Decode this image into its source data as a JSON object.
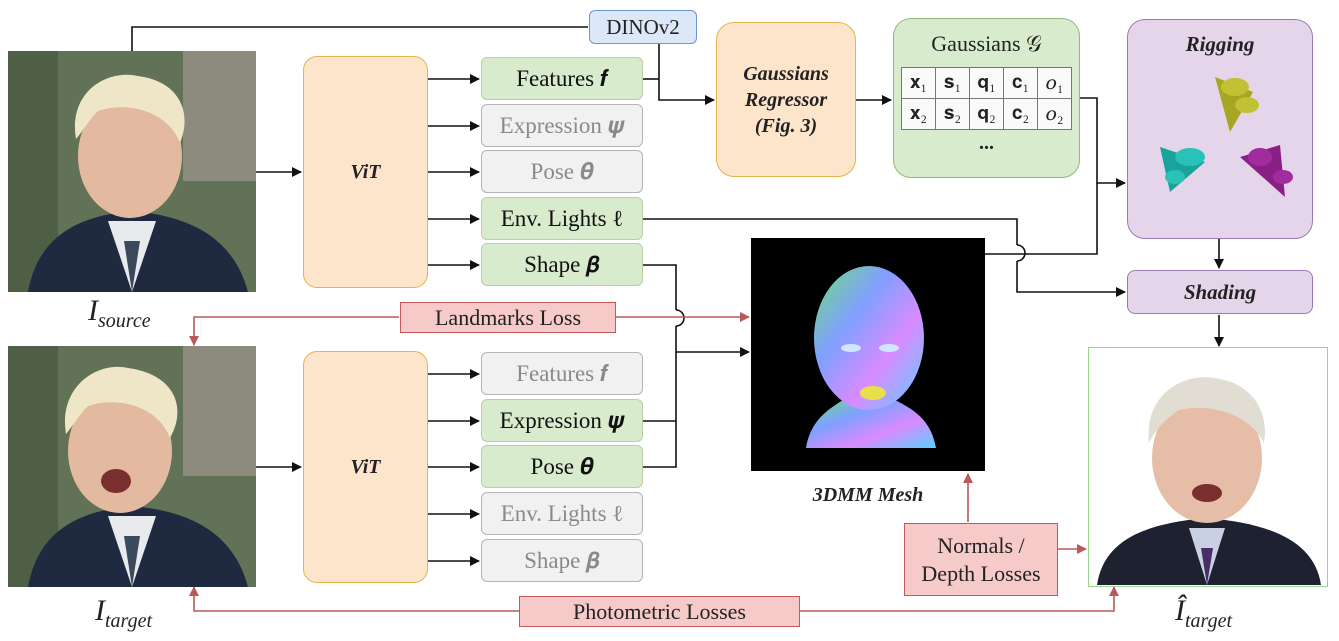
{
  "dino": "DINOv2",
  "vit_label": "ViT",
  "features_top": [
    "Features 𝒇",
    "Expression 𝝍",
    "Pose 𝜽",
    "Env. Lights ℓ",
    "Shape 𝜷"
  ],
  "features_bottom": [
    "Features 𝒇",
    "Expression 𝝍",
    "Pose 𝜽",
    "Env. Lights ℓ",
    "Shape 𝜷"
  ],
  "regressor": {
    "line1": "Gaussians",
    "line2": "Regressor",
    "line3": "(Fig. 3)"
  },
  "gaussians": {
    "title": "Gaussians 𝒢",
    "rows": [
      [
        "𝐱₁",
        "𝐬₁",
        "𝐪₁",
        "𝐜₁",
        "𝑜₁"
      ],
      [
        "𝐱₂",
        "𝐬₂",
        "𝐪₂",
        "𝐜₂",
        "𝑜₂"
      ]
    ],
    "ellipsis": "..."
  },
  "rigging": "Rigging",
  "shading": "Shading",
  "mesh_label": "3DMM Mesh",
  "losses": {
    "landmarks": "Landmarks Loss",
    "normals_l1": "Normals /",
    "normals_l2": "Depth Losses",
    "photometric": "Photometric Losses"
  },
  "labels": {
    "source_main": "I",
    "source_sub": "source",
    "target_main": "I",
    "target_sub": "target",
    "output_main": "Î",
    "output_sub": "target"
  },
  "colors": {
    "feature_green": "#d8ebcd",
    "vit_orange": "#fde5cc",
    "loss_red": "#f7caca",
    "rigging_purple": "#e5d5ea",
    "dino_blue": "#dce8f7"
  }
}
